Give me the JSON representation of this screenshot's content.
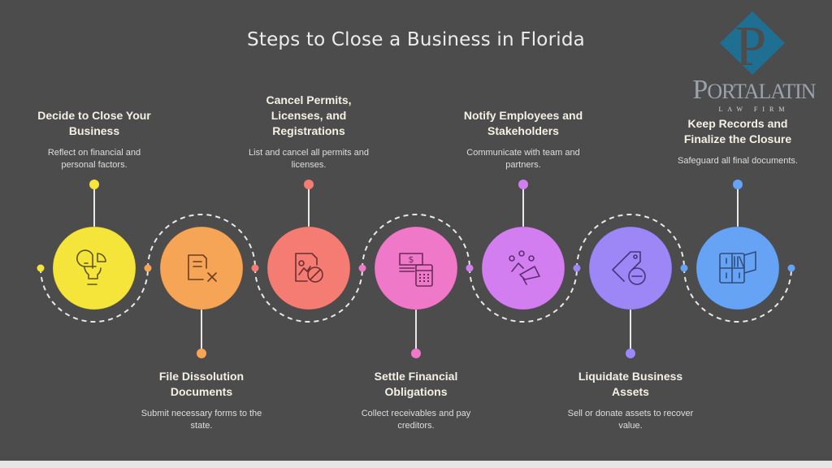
{
  "title": "Steps to Close a Business in Florida",
  "logo": {
    "letter": "P",
    "name_first": "P",
    "name_rest": "ORTALATIN",
    "subtitle": "LAW FIRM",
    "color": "#1f6f93"
  },
  "steps": [
    {
      "title": "Decide to Close Your Business",
      "description": "Reflect on financial and personal factors.",
      "icon": "lightbulb-icon",
      "color": "#f5e53a",
      "text_position": "top"
    },
    {
      "title": "File Dissolution Documents",
      "description": "Submit necessary forms to the state.",
      "icon": "document-cancel-icon",
      "color": "#f6a455",
      "text_position": "bottom"
    },
    {
      "title": "Cancel Permits, Licenses, and Registrations",
      "description": "List and cancel all permits and licenses.",
      "icon": "permit-cancel-icon",
      "color": "#f47c73",
      "text_position": "top"
    },
    {
      "title": "Settle Financial Obligations",
      "description": "Collect receivables and pay creditors.",
      "icon": "money-calculator-icon",
      "color": "#ef79c8",
      "text_position": "bottom"
    },
    {
      "title": "Notify Employees and Stakeholders",
      "description": "Communicate with team and partners.",
      "icon": "megaphone-team-icon",
      "color": "#d37ef0",
      "text_position": "top"
    },
    {
      "title": "Liquidate Business Assets",
      "description": "Sell or donate assets to recover value.",
      "icon": "tag-minus-icon",
      "color": "#9d86f6",
      "text_position": "bottom"
    },
    {
      "title": "Keep Records and Finalize the Closure",
      "description": "Safeguard all final documents.",
      "icon": "filing-cabinet-icon",
      "color": "#67a3f5",
      "text_position": "top"
    }
  ],
  "connector_dot_colors": [
    "#f5e53a",
    "#f6a455",
    "#f47c73",
    "#ef79c8",
    "#d37ef0",
    "#9d86f6",
    "#67a3f5",
    "#67a3f5"
  ]
}
